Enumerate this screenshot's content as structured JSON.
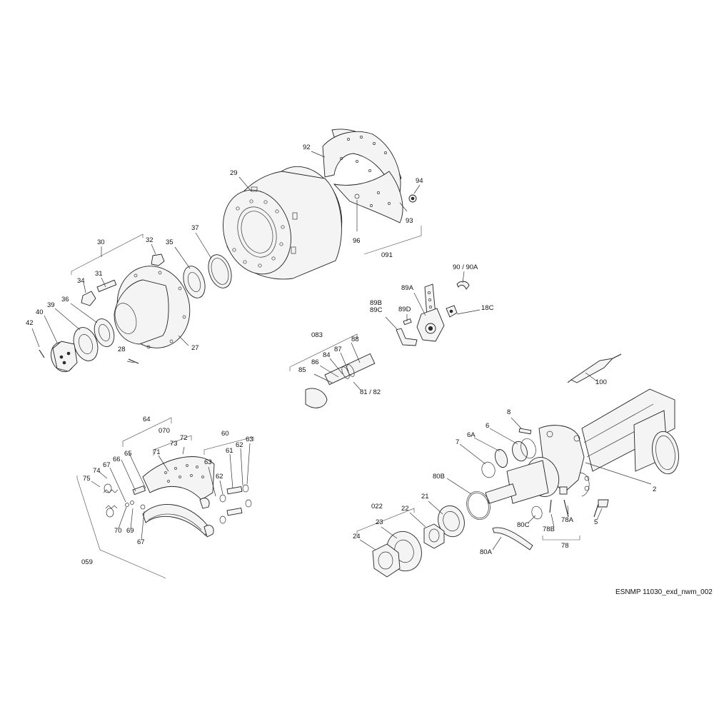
{
  "drawing_id": "ESNMP 11030_exd_nwm_002",
  "labels": {
    "l92": "92",
    "l29": "29",
    "l94": "94",
    "l93": "93",
    "l96": "96",
    "l091": "091",
    "l30": "30",
    "l32": "32",
    "l35": "35",
    "l37": "37",
    "l34": "34",
    "l31": "31",
    "l36": "36",
    "l39": "39",
    "l40": "40",
    "l42": "42",
    "l28": "28",
    "l27": "27",
    "l90": "90  / 90A",
    "l89A": "89A",
    "l18C": "18C",
    "l89B": "89B",
    "l89C": "89C",
    "l89D": "89D",
    "l083": "083",
    "l88": "88",
    "l87": "87",
    "l84": "84",
    "l86": "86",
    "l85": "85",
    "l8182": "81 / 82",
    "l100": "100",
    "l64": "64",
    "l070": "070",
    "l60": "60",
    "l73": "73",
    "l72": "72",
    "l71": "71",
    "l63a": "63",
    "l61": "61",
    "l62a": "62",
    "l63b": "63",
    "l62b": "62",
    "l65": "65",
    "l66": "66",
    "l67a": "67",
    "l74": "74",
    "l75": "75",
    "l70": "70",
    "l69": "69",
    "l67b": "67",
    "l059": "059",
    "l8": "8",
    "l6": "6",
    "l6A": "6A",
    "l7": "7",
    "l80B": "80B",
    "l2": "2",
    "l21": "21",
    "l022": "022",
    "l22": "22",
    "l23": "23",
    "l24": "24",
    "l80C": "80C",
    "l78B": "78B",
    "l78A": "78A",
    "l78": "78",
    "l5": "5",
    "l80A": "80A"
  }
}
